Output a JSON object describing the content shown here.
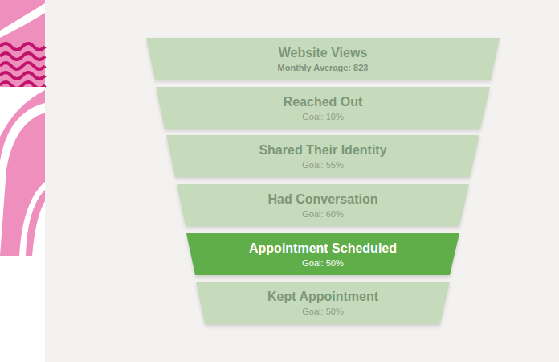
{
  "diagram": {
    "nodes": [
      {
        "text": [
          "Website Views",
          "Monthly Average: 823"
        ]
      },
      {
        "text": [
          "Reached Out",
          "Goal: 10%"
        ]
      },
      {
        "text": [
          "Shared Their Identity",
          "Goal: 55%"
        ]
      },
      {
        "text": [
          "Had Conversation",
          "Goal: 60%"
        ]
      },
      {
        "text": [
          "Appointment Scheduled",
          "Goal: 50%"
        ]
      },
      {
        "text": [
          "Kept Appointment",
          "Goal: 50%"
        ]
      }
    ]
  }
}
